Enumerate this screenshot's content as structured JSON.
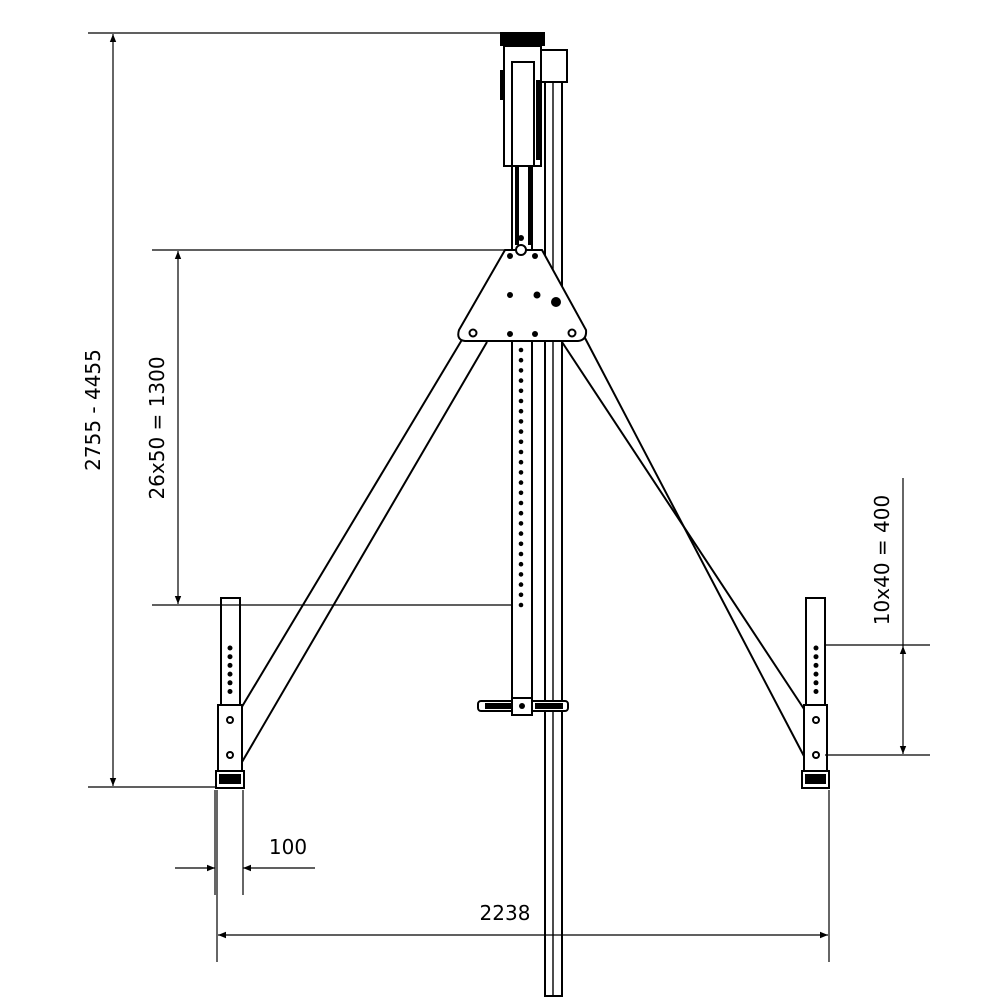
{
  "dimensions": {
    "overall_height": "2755 - 4455",
    "column_adjust": "26x50 = 1300",
    "leg_adjust": "10x40 = 400",
    "leg_width": "100",
    "base_width": "2238"
  },
  "colors": {
    "line": "#000000",
    "background": "#ffffff"
  }
}
